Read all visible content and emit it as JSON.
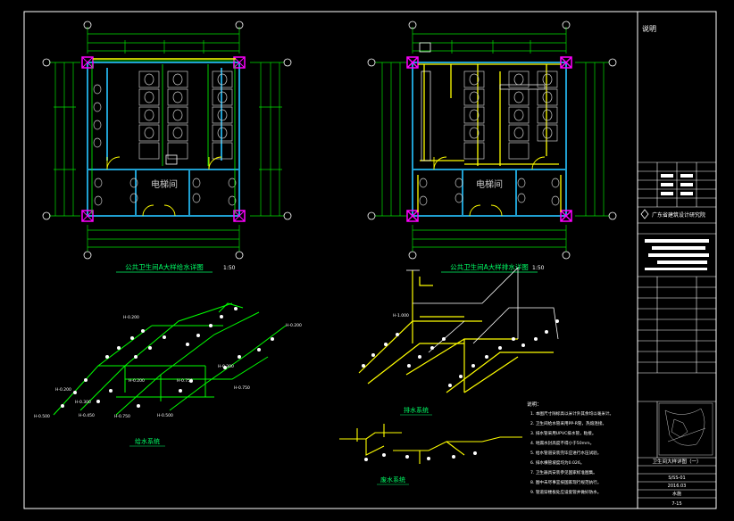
{
  "colors": {
    "background": "#000000",
    "frame": "#ffffff",
    "wall": "#1f9fd0",
    "dimension": "#00e000",
    "pipe_supply": "#00ff00",
    "pipe_drain": "#ffff00",
    "pipe_spare": "#f0f0f0",
    "fixture": "#c8c8c8",
    "column": "#ff00ff",
    "axis_bubble": "#ffffff",
    "title_text": "#ffffff",
    "label_green": "#00ff66"
  },
  "plans": {
    "left_title": "公共卫生间A大样给水详图",
    "right_title": "公共卫生间A大样排水详图",
    "scale": "1:50",
    "room_label": "电梯间"
  },
  "systems": {
    "supply_title": "给水系统",
    "drain_title": "排水系统",
    "vent_title": "废水系统"
  },
  "elevations": {
    "h_minus_0500": "H-0.500",
    "h_0200": "H-0.200",
    "h_1000": "H-1.000",
    "h_0750": "H-0.750",
    "h_0450": "H-0.450",
    "h_0300": "H-0.300"
  },
  "notes": {
    "heading": "说明：",
    "items": [
      "1. 本图尺寸除标高以米计外其余均以毫米计。",
      "2. 卫生间给水管采用PP-R管，热熔连接。",
      "3. 排水管采用UPVC排水管，粘接。",
      "4. 地漏水封高度不得小于50mm。",
      "5. 给水管道安装完毕应进行水压试验。",
      "6. 排水横管坡度均为0.026。",
      "7. 卫生器具安装参见国家标准图集。",
      "8. 图中未尽事宜按国家现行规范执行。",
      "9. 管道穿楼板处应设套管并做好防水。"
    ]
  },
  "title_block": {
    "heading": "说明",
    "institute": "广东省建筑设计研究院",
    "drawing_title": "卫生间大样详图（一）",
    "drawing_no": "S/SS-01",
    "date": "2016.03",
    "discipline": "水施",
    "sheet": "7-15"
  }
}
